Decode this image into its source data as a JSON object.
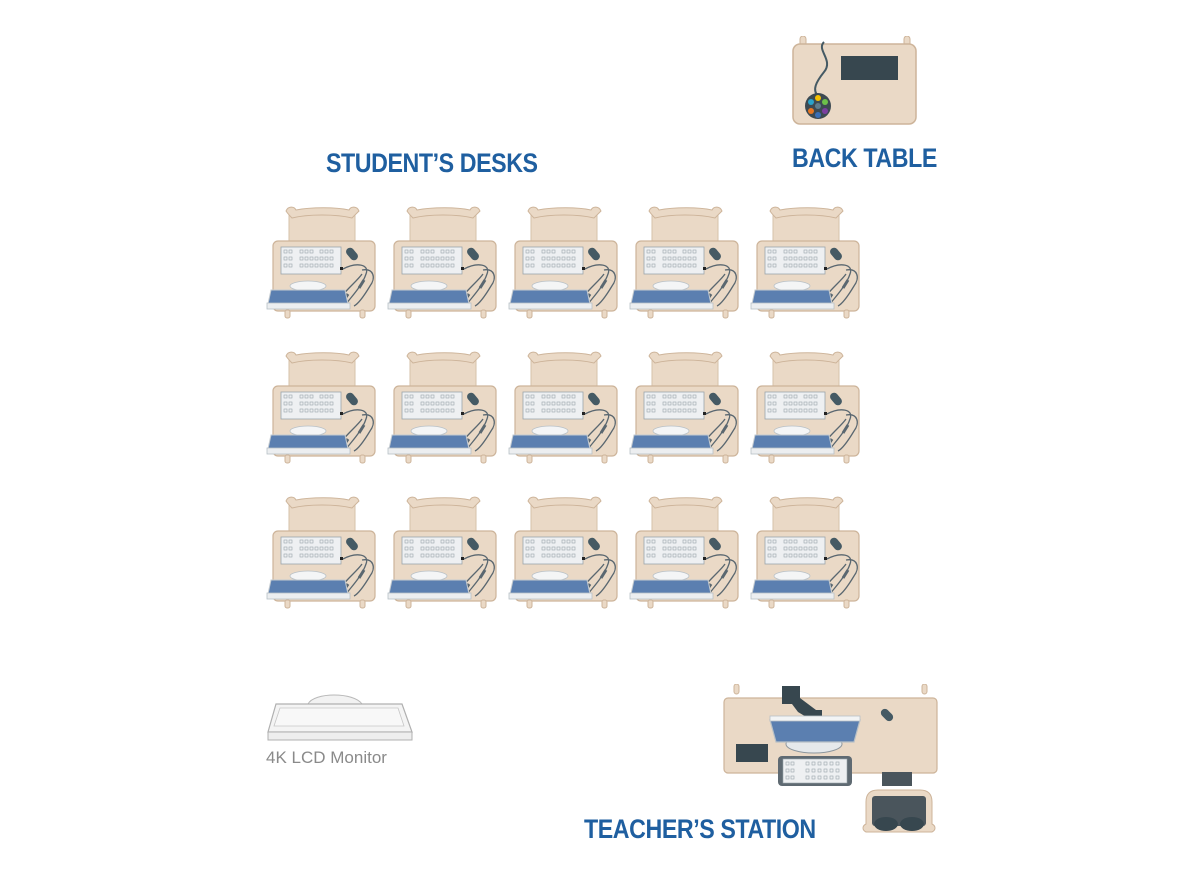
{
  "labels": {
    "students_desks": "STUDENT’S DESKS",
    "back_table": "BACK TABLE",
    "teachers_station": "TEACHER’S STATION",
    "monitor_caption": "4K LCD Monitor"
  },
  "colors": {
    "label_blue": "#1f5fa0",
    "desk_tan": "#ead9c6",
    "desk_outline": "#cdb49a",
    "laptop_blue": "#5b7fb0",
    "dark_slate": "#37474f",
    "caption_gray": "#8a8a8a"
  },
  "student_desks": {
    "rows": 3,
    "columns": 5,
    "items": [
      {
        "row": 1,
        "col": 1
      },
      {
        "row": 1,
        "col": 2
      },
      {
        "row": 1,
        "col": 3
      },
      {
        "row": 1,
        "col": 4
      },
      {
        "row": 1,
        "col": 5
      },
      {
        "row": 2,
        "col": 1
      },
      {
        "row": 2,
        "col": 2
      },
      {
        "row": 2,
        "col": 3
      },
      {
        "row": 2,
        "col": 4
      },
      {
        "row": 2,
        "col": 5
      },
      {
        "row": 3,
        "col": 1
      },
      {
        "row": 3,
        "col": 2
      },
      {
        "row": 3,
        "col": 3
      },
      {
        "row": 3,
        "col": 4
      },
      {
        "row": 3,
        "col": 5
      }
    ],
    "icons": [
      "chair-icon",
      "desk-icon",
      "keypad-icon",
      "mouse-icon",
      "headset-cable-icon",
      "laptop-icon"
    ]
  },
  "back_table": {
    "icons": [
      "table-icon",
      "screen-icon",
      "colored-button-controller-icon"
    ]
  },
  "teachers_station": {
    "icons": [
      "desk-icon",
      "document-camera-icon",
      "monitor-icon",
      "keypad-icon",
      "mouse-icon",
      "dark-box-icon",
      "chair-icon"
    ]
  },
  "monitor_legend": {
    "icon": "lcd-monitor-icon"
  }
}
